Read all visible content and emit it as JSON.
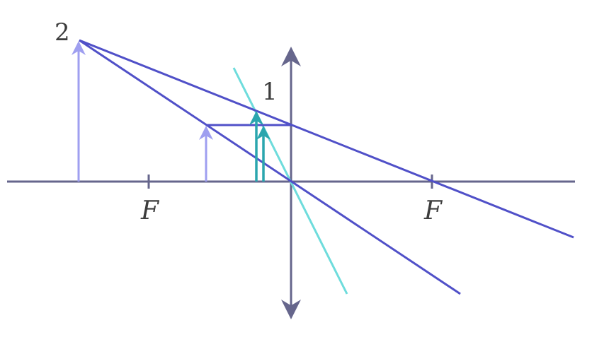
{
  "diagram": {
    "labels": {
      "image_label": "2",
      "ray_label": "1",
      "focus_left": "F",
      "focus_right": "F"
    },
    "colors": {
      "axis": "#66668c",
      "lens": "#66668c",
      "rays": "#5050c8",
      "arrow_object_light": "#9f9ff0",
      "arrow_teal": "#2aa6ae",
      "ray_cyan": "#6edcdc",
      "text": "#3d3d3d"
    }
  }
}
